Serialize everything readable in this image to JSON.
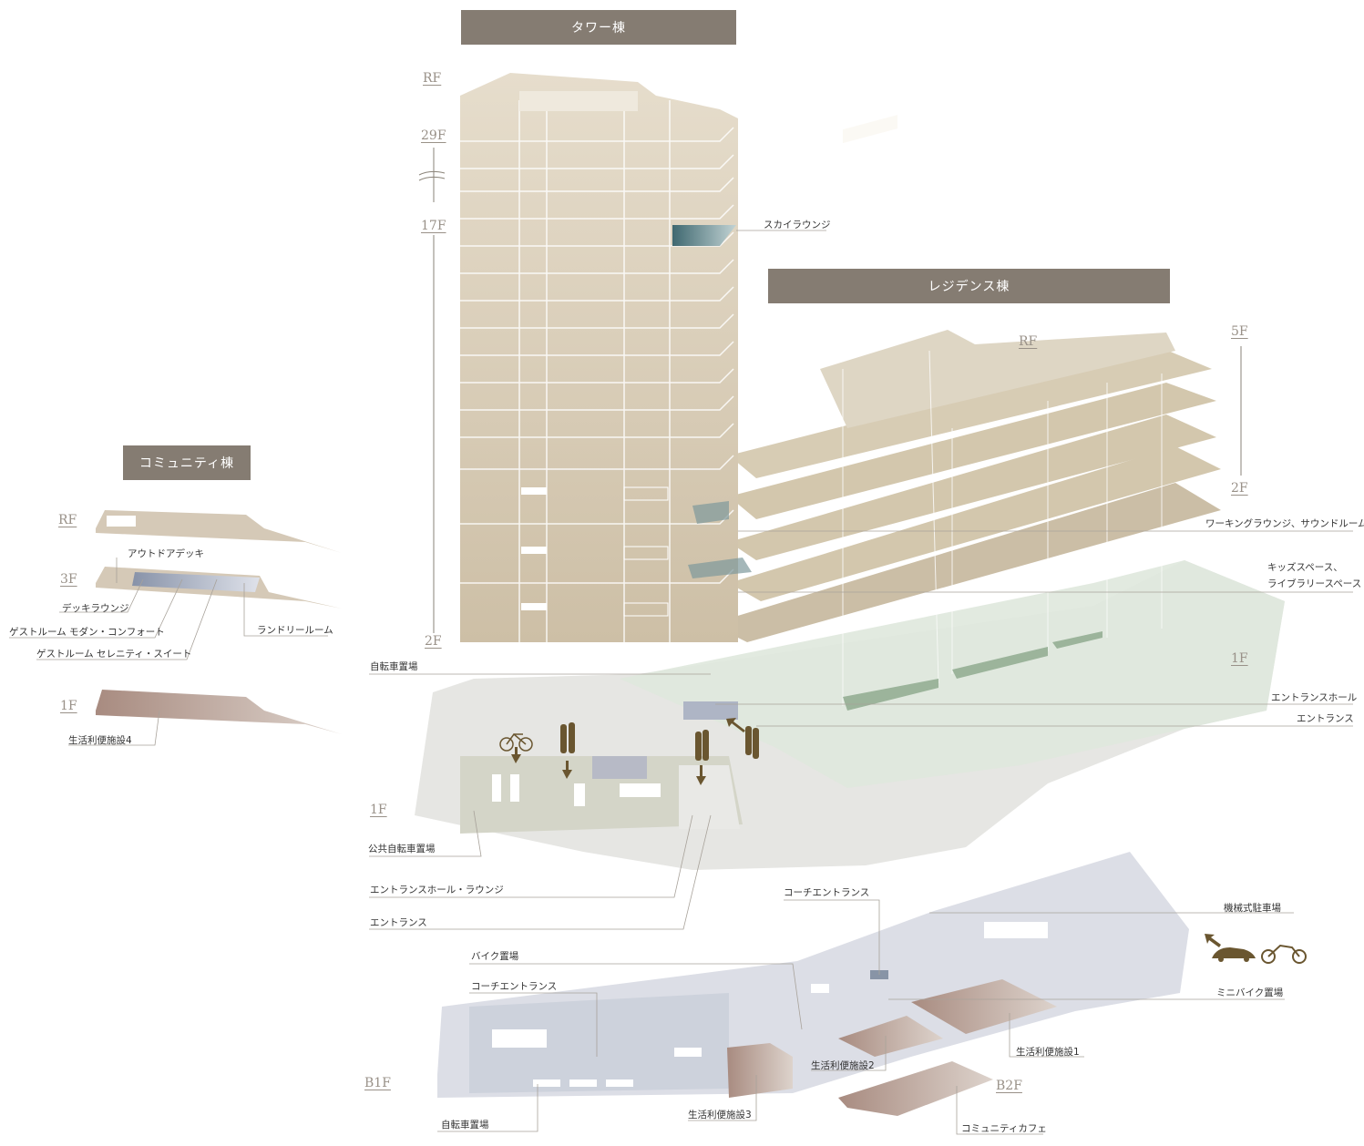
{
  "buildings": {
    "tower": {
      "title": "タワー棟"
    },
    "residence": {
      "title": "レジデンス棟"
    },
    "community": {
      "title": "コミュニティ棟"
    }
  },
  "floors": {
    "tower_rf": "RF",
    "tower_29f": "29F",
    "tower_17f": "17F",
    "tower_2f": "2F",
    "res_rf": "RF",
    "res_5f": "5F",
    "res_2f": "2F",
    "res_1f": "1F",
    "com_rf": "RF",
    "com_3f": "3F",
    "com_1f": "1F",
    "site_1f": "1F",
    "b1f": "B1F",
    "b2f": "B2F"
  },
  "labels": {
    "sky_lounge": "スカイラウンジ",
    "working_lounge": "ワーキングラウンジ、サウンドルーム",
    "kids_space": "キッズスペース、",
    "library_space": "ライブラリースペース",
    "outdoor_deck": "アウトドアデッキ",
    "deck_lounge": "デッキラウンジ",
    "guest_modern": "ゲストルーム モダン・コンフォート",
    "guest_serenity": "ゲストルーム セレニティ・スイート",
    "laundry": "ランドリールーム",
    "life4": "生活利便施設4",
    "bicycle_1f": "自転車置場",
    "entrance_hall": "エントランスホール",
    "entrance_res": "エントランス",
    "public_bicycle": "公共自転車置場",
    "entrance_hall_lounge": "エントランスホール・ラウンジ",
    "entrance_tower": "エントランス",
    "coach_entrance_b": "コーチエントランス",
    "mech_parking": "機械式駐車場",
    "bike_parking": "バイク置場",
    "coach_entrance_a": "コーチエントランス",
    "minibike": "ミニバイク置場",
    "life1": "生活利便施設1",
    "life2": "生活利便施設2",
    "bicycle_b1": "自転車置場",
    "life3": "生活利便施設3",
    "community_cafe": "コミュニティカフェ"
  },
  "colors": {
    "title_bg": "#857c72",
    "tower_slab": "#d2c6b0",
    "residence_slab": "#c8b99a",
    "site": "#e4e4e0",
    "green": "#dfe8dd",
    "b1f": "#d9dbe4",
    "facility": "#b49a8e",
    "sky_lounge": "#4e7278",
    "person": "#6a5630"
  }
}
